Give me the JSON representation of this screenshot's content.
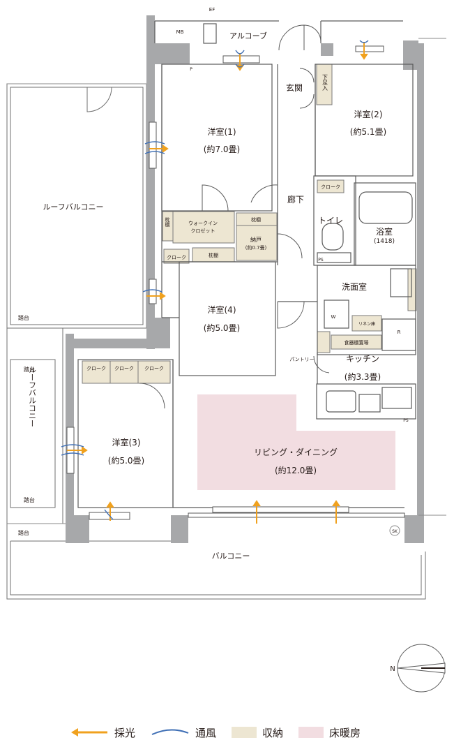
{
  "labels": {
    "ef": "EF",
    "mb": "MB",
    "alcove": "アルコーブ",
    "entrance": "玄関",
    "shoe_box": "下足入",
    "room1": "洋室(1)",
    "room1_size": "(約7.0畳)",
    "room2": "洋室(2)",
    "room2_size": "(約5.1畳)",
    "room3": "洋室(3)",
    "room3_size": "(約5.0畳)",
    "room4": "洋室(4)",
    "room4_size": "(約5.0畳)",
    "corridor": "廊下",
    "toilet": "トイレ",
    "bath": "浴室",
    "bath_size": "(1418)",
    "washroom": "洗面室",
    "kitchen": "キッチン",
    "kitchen_size": "(約3.3畳)",
    "ld": "リビング・ダイニング",
    "ld_size": "(約12.0畳)",
    "wic": "ウォークイン",
    "wic2": "クロゼット",
    "nando": "納戸",
    "nando_size": "(約0.7畳)",
    "makura": "枕棚",
    "makura_v": "枕棚",
    "cloak": "クローク",
    "roof_balcony": "ルーフバルコニー",
    "roof_balcony_v": "ルーフバルコニー",
    "fumidai": "踏台",
    "balcony": "バルコニー",
    "pantry": "パントリー",
    "dish_rack": "食器棚置場",
    "linen": "リネン庫",
    "w": "W",
    "r": "R",
    "ps": "PS",
    "p": "P",
    "sk": "SK",
    "north": "N"
  },
  "legend": [
    {
      "label": "採光",
      "kind": "arrow",
      "color": "#f0a11e"
    },
    {
      "label": "通風",
      "kind": "wave",
      "color": "#3f6fb5"
    },
    {
      "label": "収納",
      "kind": "swatch",
      "color": "#ede6d2"
    },
    {
      "label": "床暖房",
      "kind": "swatch",
      "color": "#f2dde1"
    }
  ],
  "colors": {
    "storage": "#ede6d2",
    "floor_heating": "#f2dde1",
    "wall": "#a7a8aa",
    "line": "#5a5a5a",
    "light_arrow": "#f0a11e",
    "wind": "#3f6fb5"
  }
}
